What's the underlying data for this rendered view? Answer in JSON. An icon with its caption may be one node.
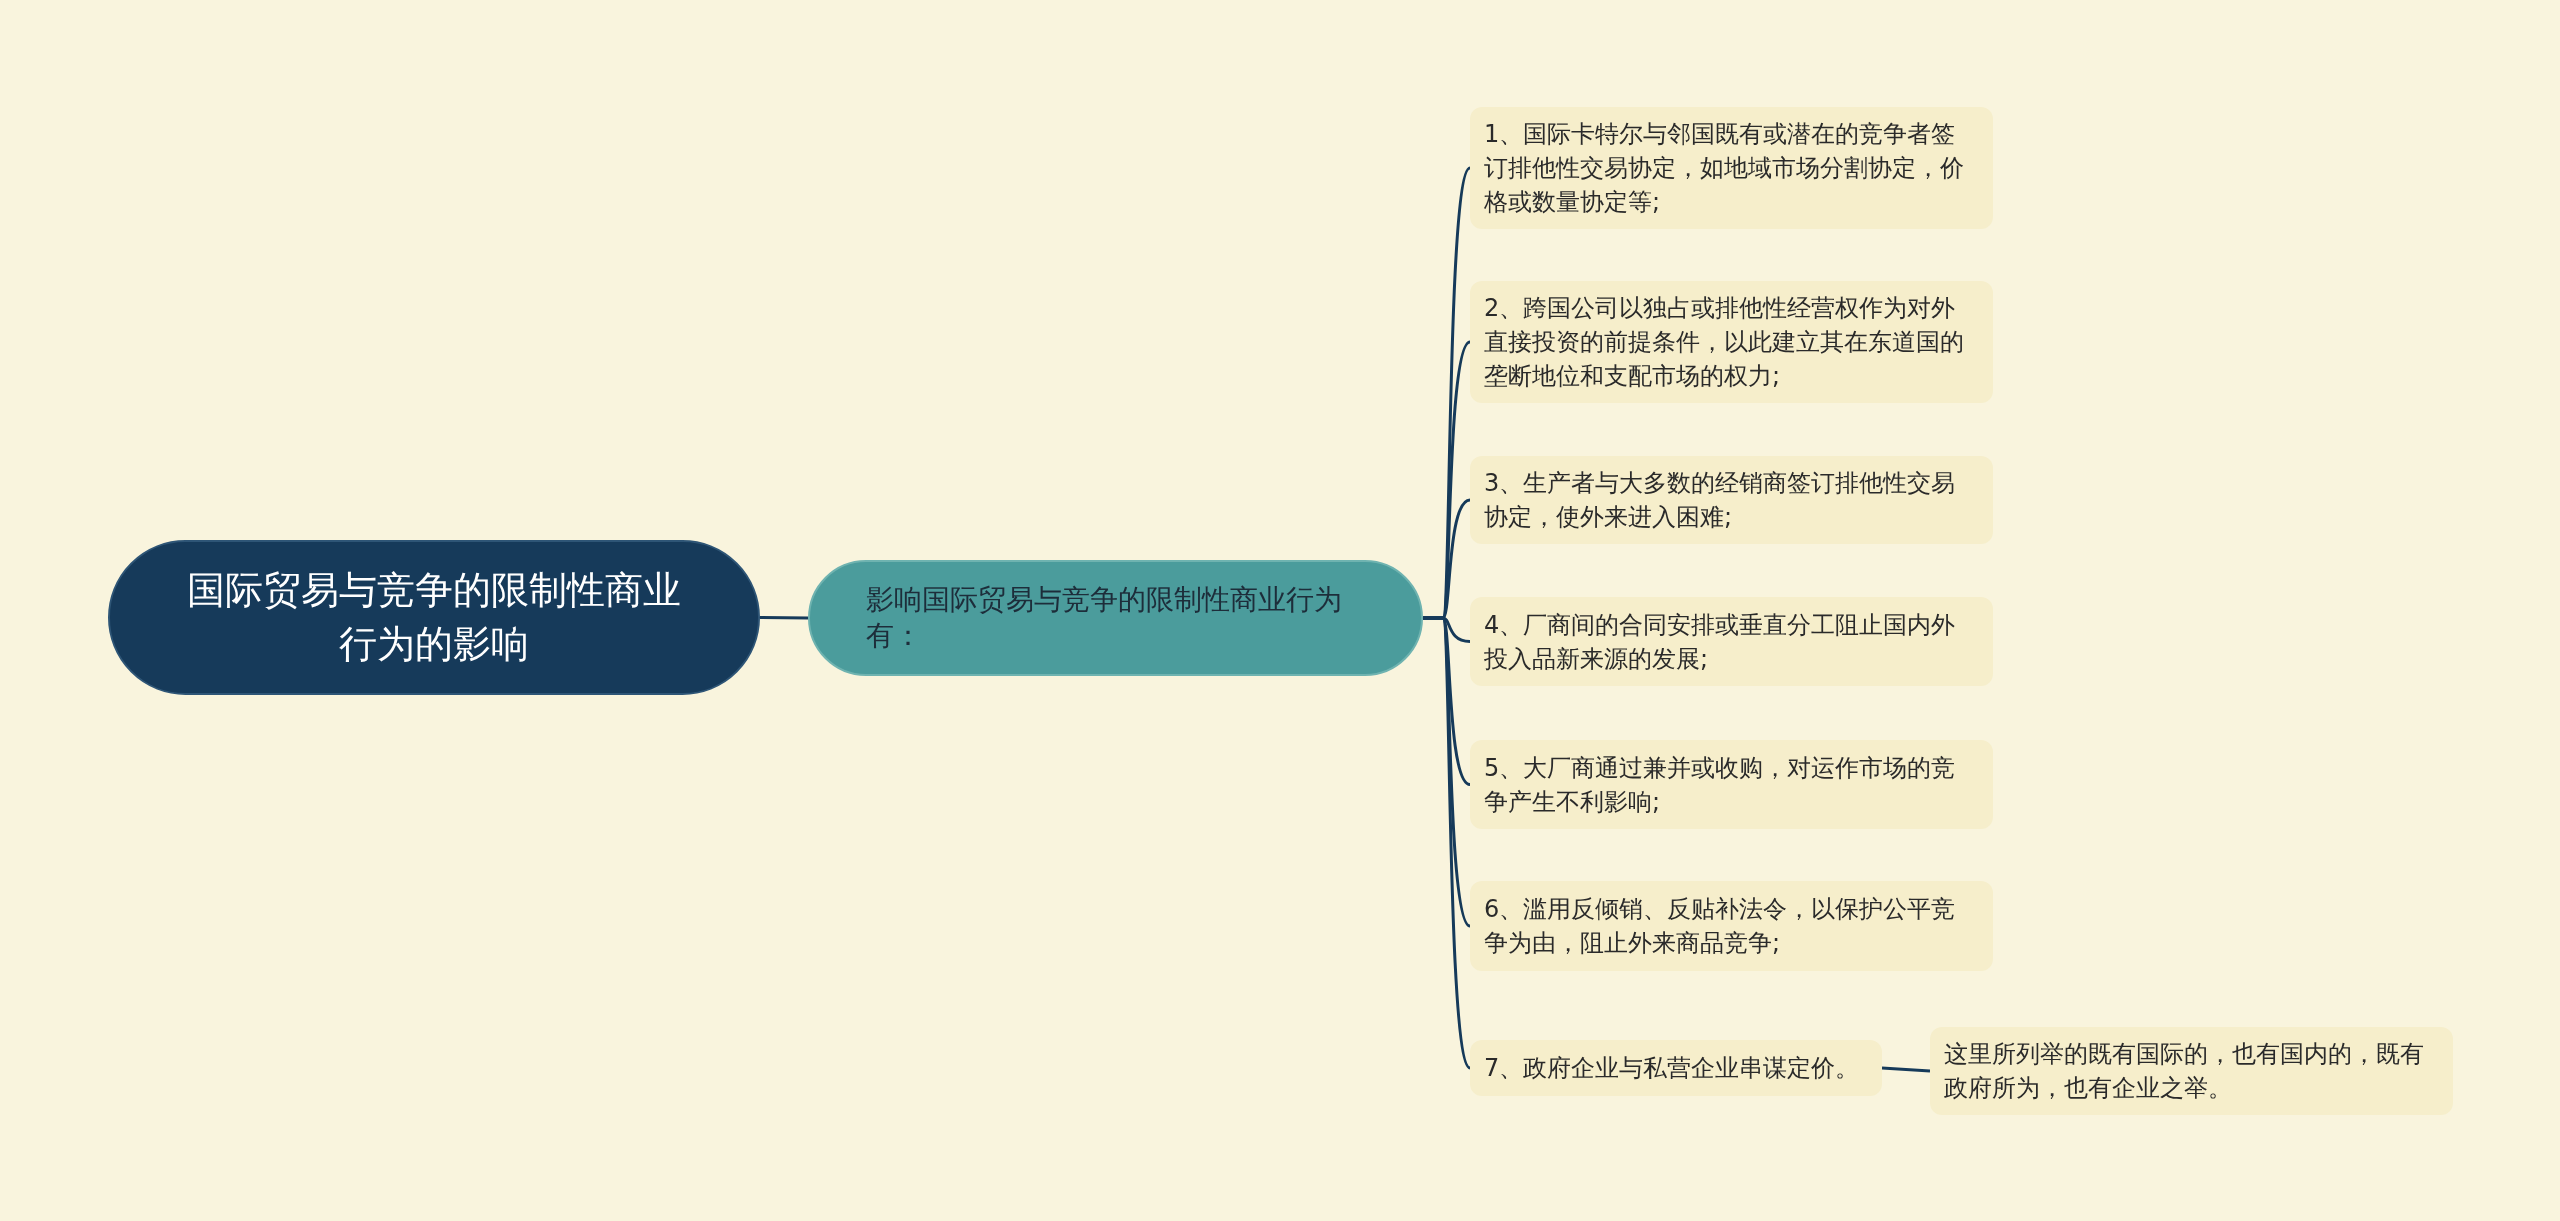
{
  "diagram": {
    "nodes": [
      {
        "text": [
          "国际贸易与竞争的限制性商业行为的影响"
        ]
      },
      {
        "text": [
          "影响国际贸易与竞争的限制性商业行为有："
        ]
      },
      {
        "text": [
          "1、国际卡特尔与邻国既有或潜在的竞争者签订排他性交易协定，如地域市场分割协定，价格或数量协定等;"
        ]
      },
      {
        "text": [
          "2、跨国公司以独占或排他性经营权作为对外直接投资的前提条件，以此建立其在东道国的垄断地位和支配市场的权力;"
        ]
      },
      {
        "text": [
          "3、生产者与大多数的经销商签订排他性交易协定，使外来进入困难;"
        ]
      },
      {
        "text": [
          "4、厂商间的合同安排或垂直分工阻止国内外投入品新来源的发展;"
        ]
      },
      {
        "text": [
          "5、大厂商通过兼并或收购，对运作市场的竞争产生不利影响;"
        ]
      },
      {
        "text": [
          "6、滥用反倾销、反贴补法令，以保护公平竞争为由，阻止外来商品竞争;"
        ]
      },
      {
        "text": [
          "7、政府企业与私营企业串谋定价。"
        ]
      },
      {
        "text": [
          "这里所列举的既有国际的，也有国内的，既有政府所为，也有企业之举。"
        ]
      }
    ],
    "edges": [
      {
        "from": 0,
        "to": 1,
        "arrow": "none"
      },
      {
        "from": 1,
        "to": 2,
        "arrow": "none"
      },
      {
        "from": 1,
        "to": 3,
        "arrow": "none"
      },
      {
        "from": 1,
        "to": 4,
        "arrow": "none"
      },
      {
        "from": 1,
        "to": 5,
        "arrow": "none"
      },
      {
        "from": 1,
        "to": 6,
        "arrow": "none"
      },
      {
        "from": 1,
        "to": 7,
        "arrow": "none"
      },
      {
        "from": 1,
        "to": 8,
        "arrow": "none"
      },
      {
        "from": 8,
        "to": 9,
        "arrow": "none"
      }
    ]
  }
}
